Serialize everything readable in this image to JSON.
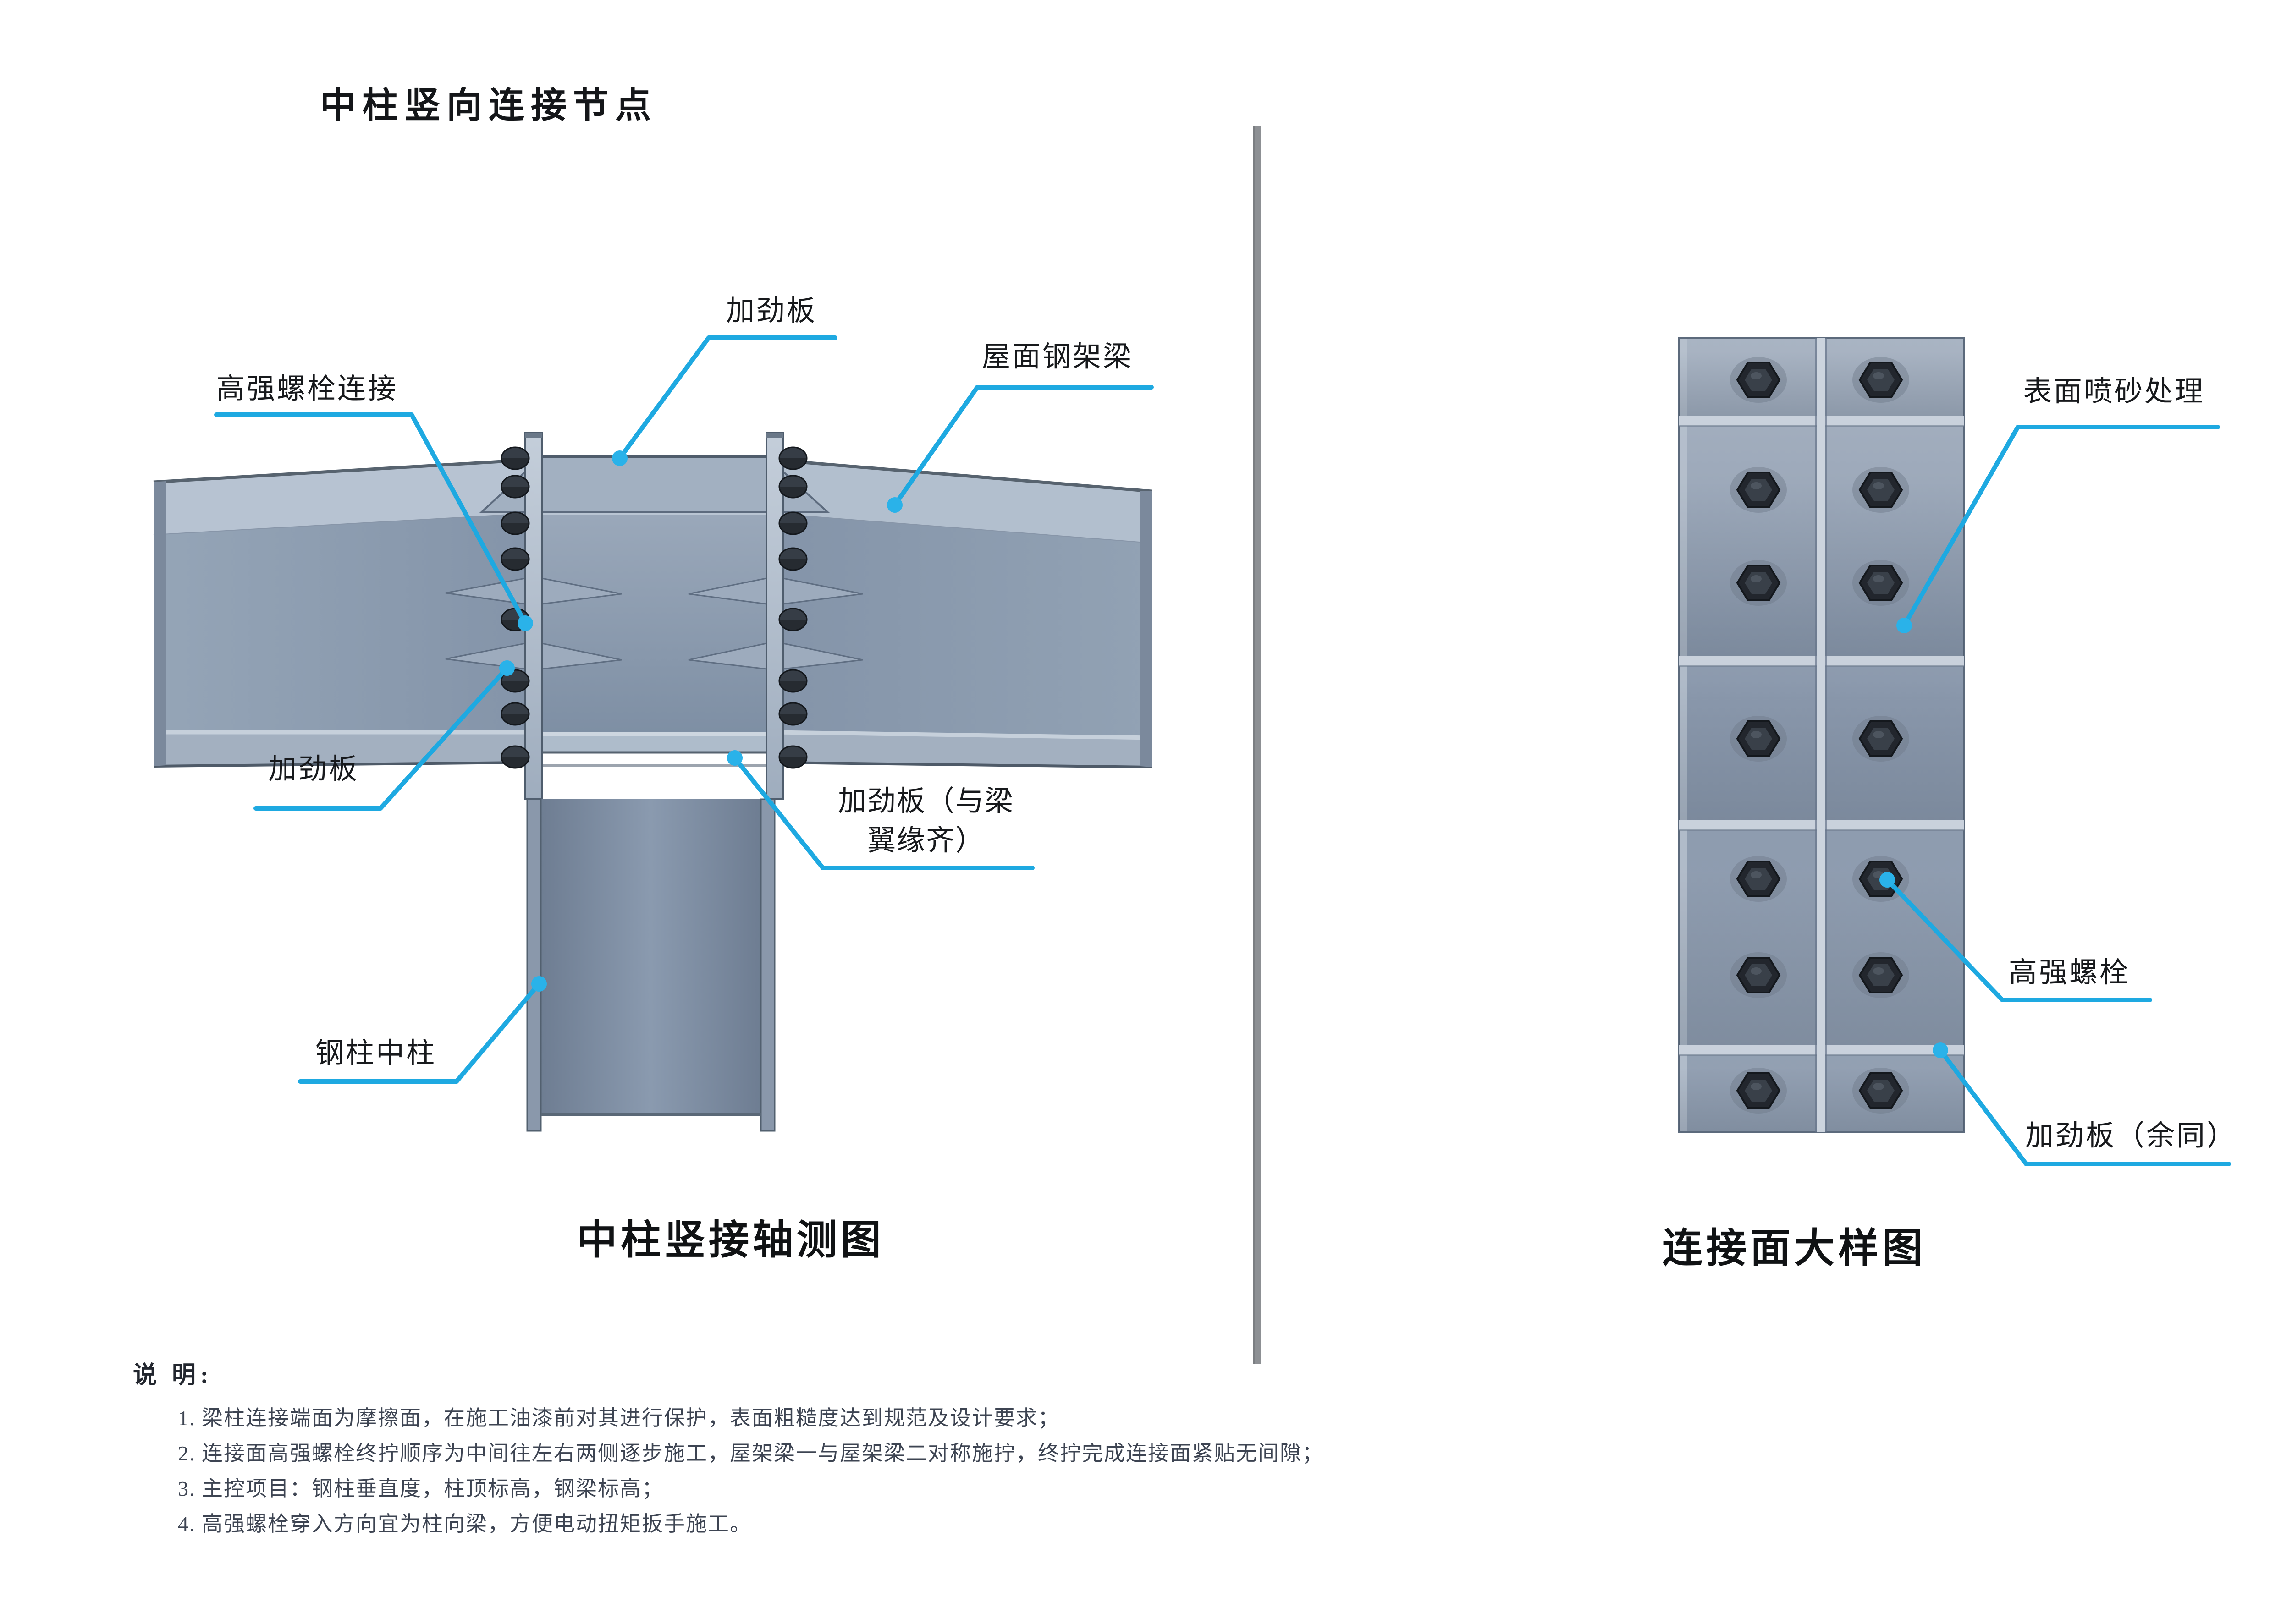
{
  "title": "中柱竖向连接节点",
  "left_view": {
    "caption": "中柱竖接轴测图",
    "labels": {
      "bolt_connection": "高强螺栓连接",
      "stiffener_top": "加劲板",
      "roof_beam": "屋面钢架梁",
      "stiffener_side": "加劲板",
      "stiffener_flange_l1": "加劲板（与梁",
      "stiffener_flange_l2": "翼缘齐）",
      "steel_column": "钢柱中柱"
    }
  },
  "right_view": {
    "caption": "连接面大样图",
    "labels": {
      "surface_sandblast": "表面喷砂处理",
      "hs_bolt": "高强螺栓",
      "stiffener_rest": "加劲板（余同）"
    }
  },
  "notes": {
    "heading": "说 明:",
    "items": [
      "1. 梁柱连接端面为摩擦面，在施工油漆前对其进行保护，表面粗糙度达到规范及设计要求；",
      "2. 连接面高强螺栓终拧顺序为中间往左右两侧逐步施工，屋架梁一与屋架梁二对称施拧，终拧完成连接面紧贴无间隙；",
      "3. 主控项目：钢柱垂直度，柱顶标高，钢梁标高；",
      "4. 高强螺栓穿入方向宜为柱向梁，方便电动扭矩扳手施工。"
    ]
  },
  "colors": {
    "leader": "#1ea9e1",
    "divider": "#8d9094",
    "background": "#ffffff"
  }
}
